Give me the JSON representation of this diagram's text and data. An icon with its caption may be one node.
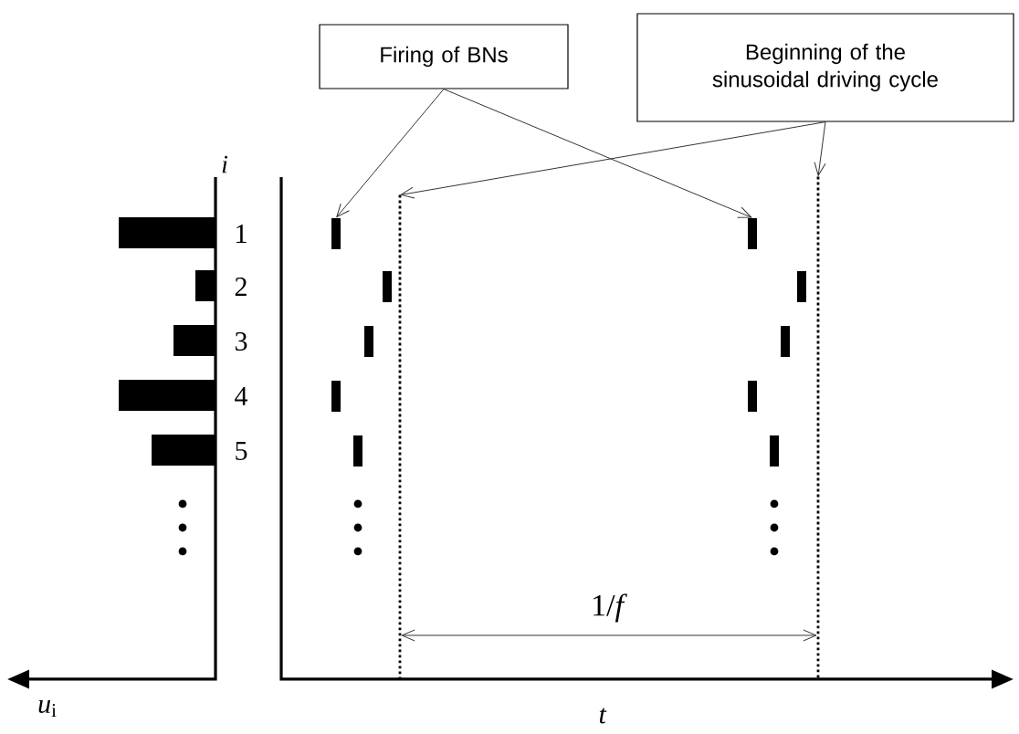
{
  "diagram": {
    "nodes": [
      {
        "text": [
          "Firing of BNs"
        ]
      },
      {
        "text": [
          "Beginning of the sinusoidal driving cycle"
        ]
      },
      {
        "text": [],
        "shape": "bar"
      },
      {
        "text": [],
        "shape": "bar"
      },
      {
        "text": [],
        "shape": "line"
      },
      {
        "text": [],
        "shape": "line"
      }
    ],
    "edges": [
      {
        "from": 0,
        "to": 2,
        "arrow": "to"
      },
      {
        "from": 0,
        "to": 3,
        "arrow": "to"
      },
      {
        "from": 1,
        "to": 4,
        "arrow": "to"
      },
      {
        "from": 1,
        "to": 5,
        "arrow": "to"
      },
      {
        "from": 4,
        "to": 5,
        "arrow": "both",
        "label": "1/*f*"
      }
    ],
    "labels": [
      "*i*",
      "1",
      "2",
      "3",
      "4",
      "5",
      "*u*$_{i}$",
      "*t*"
    ]
  }
}
